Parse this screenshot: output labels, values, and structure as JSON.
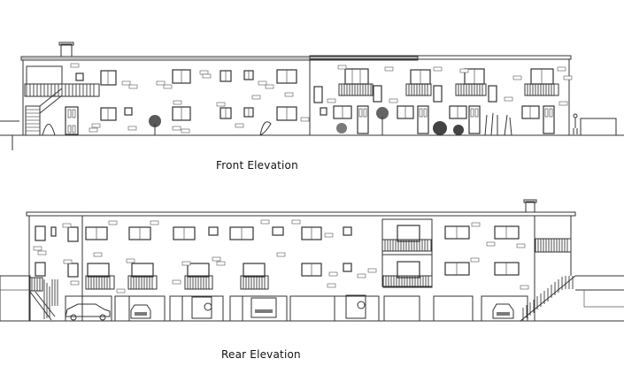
{
  "drawing": {
    "type": "architectural elevations",
    "line_color": "#333333",
    "background": "#ffffff"
  },
  "front_elevation": {
    "caption": "Front Elevation",
    "features": [
      "chimney",
      "external staircase with balcony",
      "french windows with juliet balconies",
      "front doors",
      "shrubs and plants",
      "stone cladding patches",
      "figure standing at right",
      "boundary wall"
    ],
    "upper_windows": 13,
    "balconies": 5,
    "doors": 5
  },
  "rear_elevation": {
    "caption": "Rear Elevation",
    "features": [
      "chimney",
      "external staircase left",
      "sloped ramp with railings right",
      "garages with parked cars",
      "french windows with balconies",
      "stone cladding patches"
    ],
    "garages": 10,
    "cars": [
      "hatchback",
      "sedan front",
      "4x4 rear",
      "pickup front",
      "4x4 rear",
      "sedan front"
    ],
    "balconies": 7
  }
}
